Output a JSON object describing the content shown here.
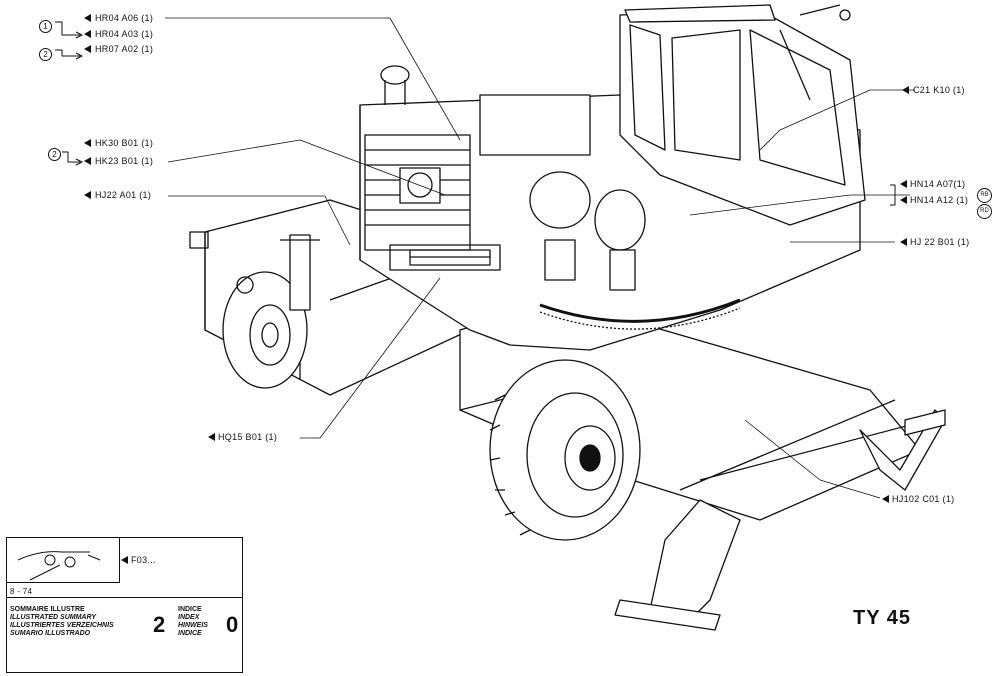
{
  "callouts": {
    "hr04_a06": "HR04  A06 (1)",
    "hr04_a03": "HR04  A03 (1)",
    "hr07_a02": "HR07  A02 (1)",
    "hk30_b01": "HK30 B01 (1)",
    "hk23_b01": "HK23 B01 (1)",
    "hj22_a01": "HJ22  A01 (1)",
    "hq15_b01": "HQ15  B01 (1)",
    "c21_k10": "C21   K10  (1)",
    "hn14_a07": "HN14  A07(1)",
    "hn14_a12": "HN14  A12 (1)",
    "hj22_b01": "HJ 22 B01 (1)",
    "hj102_c01": "HJ102 C01 (1)",
    "f03": "F03...",
    "marker_1": "1",
    "marker_2a": "2",
    "marker_2b": "2",
    "badge_rb": "RB",
    "badge_rd": "RD"
  },
  "legend": {
    "date": "8 - 74",
    "sommaire": "SOMMAIRE ILLUSTRE",
    "illustrated": "ILLUSTRATED SUMMARY",
    "illustriertes": "ILLUSTRIERTES VERZEICHNIS",
    "sumario": "SUMARIO ILLUSTRADO",
    "summary_number": "2",
    "indice": "INDICE",
    "index": "INDEX",
    "hinweis": "HINWEIS",
    "indice_es": "INDICE",
    "index_number": "0"
  },
  "model": "TY 45"
}
